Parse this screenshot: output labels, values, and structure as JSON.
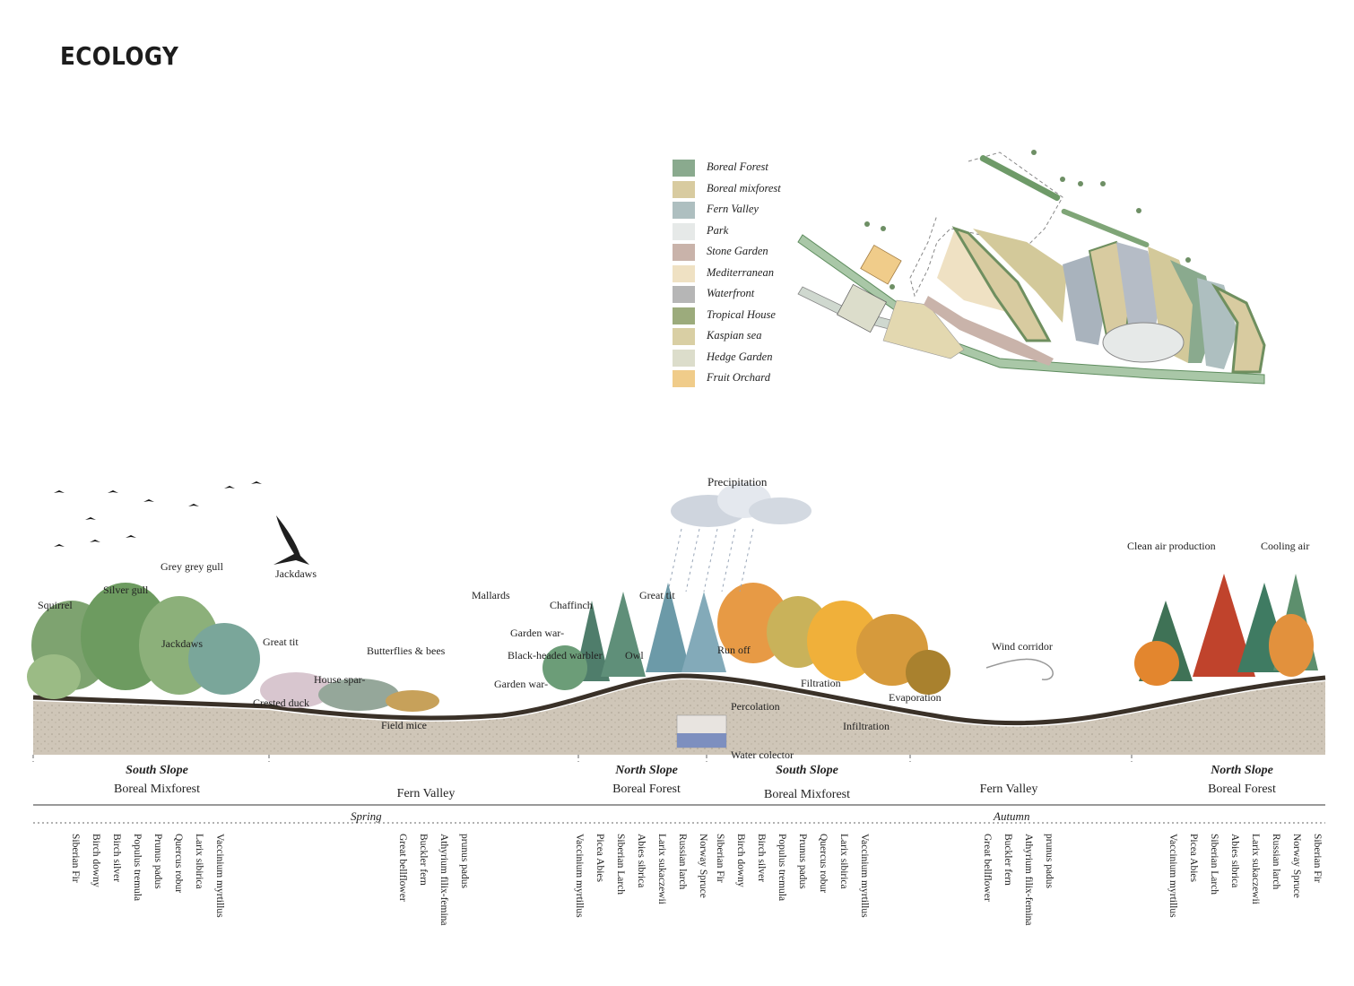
{
  "title": "ECOLOGY",
  "legend": [
    {
      "label": "Boreal Forest",
      "color": "#8aaa8e"
    },
    {
      "label": "Boreal mixforest",
      "color": "#d8cba0"
    },
    {
      "label": "Fern Valley",
      "color": "#aebfc0"
    },
    {
      "label": "Park",
      "color": "#e6e9e8"
    },
    {
      "label": "Stone Garden",
      "color": "#c9b3aa"
    },
    {
      "label": "Mediterranean",
      "color": "#efe1c3"
    },
    {
      "label": "Waterfront",
      "color": "#b6b6b6"
    },
    {
      "label": "Tropical House",
      "color": "#9cab7c"
    },
    {
      "label": "Kaspian sea",
      "color": "#d9cfa4"
    },
    {
      "label": "Hedge Garden",
      "color": "#dcddcb"
    },
    {
      "label": "Fruit Orchard",
      "color": "#f0cc8a"
    }
  ],
  "section_labels": {
    "precipitation": "Precipitation",
    "squirrel": "Squirrel",
    "silver_gull": "Silver gull",
    "grey_gull": "Grey grey gull",
    "jackdaws_flying": "Jackdaws",
    "jackdaws": "Jackdaws",
    "great_tit_1": "Great tit",
    "mallards": "Mallards",
    "chaffinch": "Chaffinch",
    "great_tit_2": "Great tit",
    "garden_warbler_1": "Garden war-",
    "black_headed_warbler": "Black-headed warbler",
    "owl": "Owl",
    "garden_warbler_2": "Garden war-",
    "butterflies": "Butterflies & bees",
    "house_sparrow": "House spar-",
    "crested_duck": "Crested duck",
    "field_mice": "Field mice",
    "run_off": "Run off",
    "filtration": "Filtration",
    "percolation": "Percolation",
    "evaporation": "Evaporation",
    "infiltration": "Infiltration",
    "water_collector": "Water colector",
    "wind_corridor": "Wind corridor",
    "clean_air": "Clean air production",
    "cooling_air": "Cooling air"
  },
  "zones": [
    {
      "heading": "South Slope",
      "sub": "Boreal Mixforest"
    },
    {
      "heading": "",
      "sub": "Fern Valley"
    },
    {
      "heading": "North Slope",
      "sub": "Boreal Forest"
    },
    {
      "heading": "South Slope",
      "sub": "Boreal Mixforest"
    },
    {
      "heading": "",
      "sub": "Fern Valley"
    },
    {
      "heading": "North Slope",
      "sub": "Boreal Forest"
    }
  ],
  "seasons": {
    "spring": "Spring",
    "autumn": "Autumn"
  },
  "species": {
    "g1": [
      "Siberian Fir",
      "Birch downy",
      "Birch silver",
      "Populus tremula",
      "Prunus padus",
      "Quercus robur",
      "Larix sibirica",
      "Vaccinium myrtillus"
    ],
    "g2": [
      "Great bellflower",
      "Buckler fern",
      "Athyrium filix-femina",
      "prunus padus"
    ],
    "g3": [
      "Vaccinium myrtillus",
      "Picea Abies",
      "Siberian Larch",
      "Abies sibrica",
      "Larix sukaczewii",
      "Russian larch",
      "Norway Spruce"
    ],
    "g4": [
      "Siberian Fir",
      "Birch downy",
      "Birch silver",
      "Populus tremula",
      "Prunus padus",
      "Quercus robur",
      "Larix sibirica",
      "Vaccinium myrtillus"
    ],
    "g5": [
      "Great bellflower",
      "Buckler fern",
      "Athyrium filix-femina",
      "prunus padus"
    ],
    "g6": [
      "Vaccinium myrtillus",
      "Picea Abies",
      "Siberian Larch",
      "Abies sibrica",
      "Larix sukaczewii",
      "Russian larch",
      "Norway Spruce",
      "Siberian Fir"
    ]
  }
}
